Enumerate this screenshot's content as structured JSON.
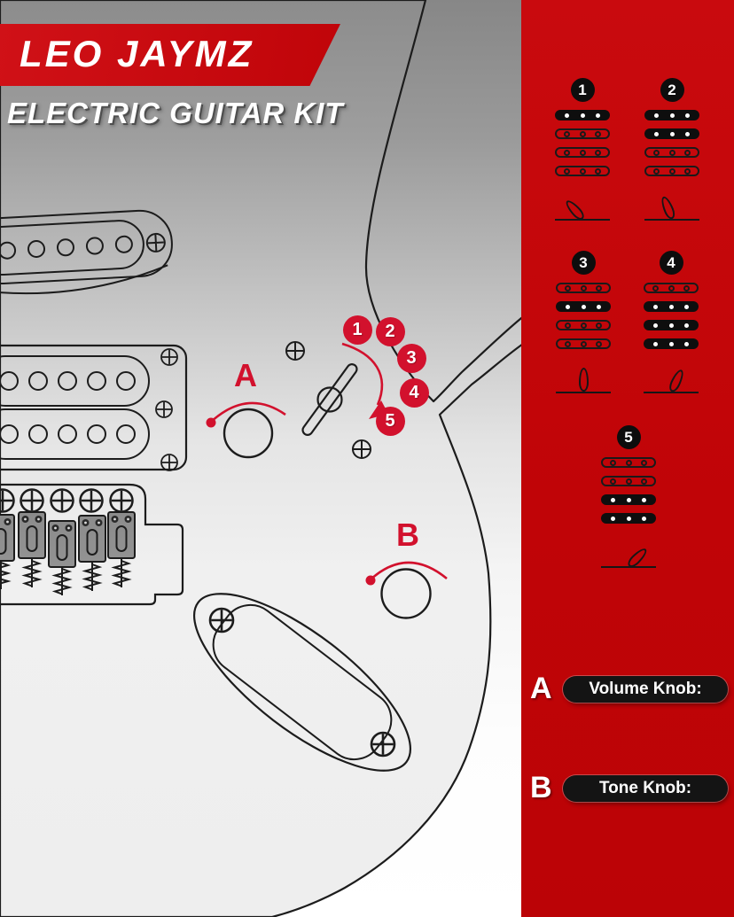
{
  "brand": {
    "title": "LEO JAYMZ",
    "subtitle": "ELECTRIC GUITAR KIT"
  },
  "colors": {
    "sidebar_red": "#c20508",
    "banner_red": "#c90a0e",
    "annotation_red": "#d2112d",
    "outline_ink": "#1c1c1c"
  },
  "diagram": {
    "knob_a_label": "A",
    "knob_b_label": "B",
    "selector_numbers": [
      "1",
      "2",
      "3",
      "4",
      "5"
    ]
  },
  "sidebar": {
    "positions": [
      {
        "number": "1",
        "pickups": [
          true,
          false,
          false,
          false
        ],
        "lever_angle": -42
      },
      {
        "number": "2",
        "pickups": [
          true,
          true,
          false,
          false
        ],
        "lever_angle": -22
      },
      {
        "number": "3",
        "pickups": [
          false,
          true,
          false,
          false
        ],
        "lever_angle": 0
      },
      {
        "number": "4",
        "pickups": [
          false,
          true,
          true,
          true
        ],
        "lever_angle": 25
      },
      {
        "number": "5",
        "pickups": [
          false,
          false,
          true,
          true
        ],
        "lever_angle": 45
      }
    ],
    "legend": [
      {
        "key": "A",
        "label": "Volume Knob:"
      },
      {
        "key": "B",
        "label": "Tone Knob:"
      }
    ]
  }
}
